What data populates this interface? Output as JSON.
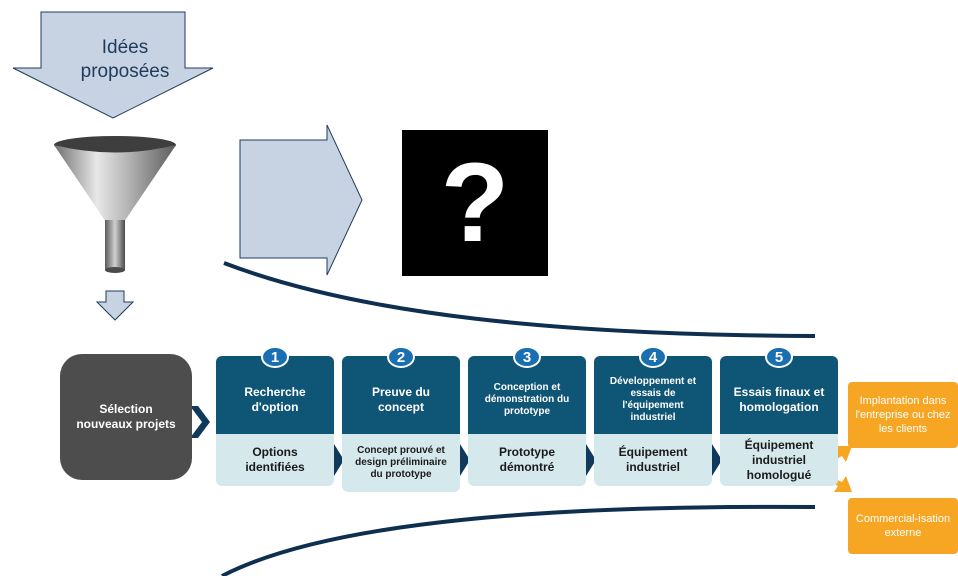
{
  "ideas": {
    "line1": "Idées",
    "line2": "proposées"
  },
  "selection": {
    "label": "Sélection nouveaux projets"
  },
  "unknown_symbol": "?",
  "stages": [
    {
      "number": "1",
      "title": "Recherche d'option",
      "result": "Options identifiées"
    },
    {
      "number": "2",
      "title": "Preuve du concept",
      "result": "Concept prouvé et design préliminaire du prototype"
    },
    {
      "number": "3",
      "title": "Conception et démonstration du prototype",
      "result": "Prototype démontré"
    },
    {
      "number": "4",
      "title": "Développement et essais de l'équipement industriel",
      "result": "Équipement industriel"
    },
    {
      "number": "5",
      "title": "Essais finaux et homologation",
      "result": "Équipement industriel homologué"
    }
  ],
  "outcomes": [
    {
      "label": "Implantation dans l'entreprise ou chez les clients"
    },
    {
      "label": "Commercial-isation externe"
    }
  ],
  "colors": {
    "stage_header": "#0f5576",
    "stage_body": "#d5e8ec",
    "connector_arrow": "#0f3a5c",
    "outcome": "#f6a623",
    "selection": "#4d4d4d",
    "outline_arrow_fill": "#c7d3e3",
    "outline_arrow_stroke": "#1f3b5c"
  },
  "icons": [
    "funnel-icon",
    "down-arrow-icon",
    "big-right-arrow-icon",
    "question-mark-icon"
  ]
}
